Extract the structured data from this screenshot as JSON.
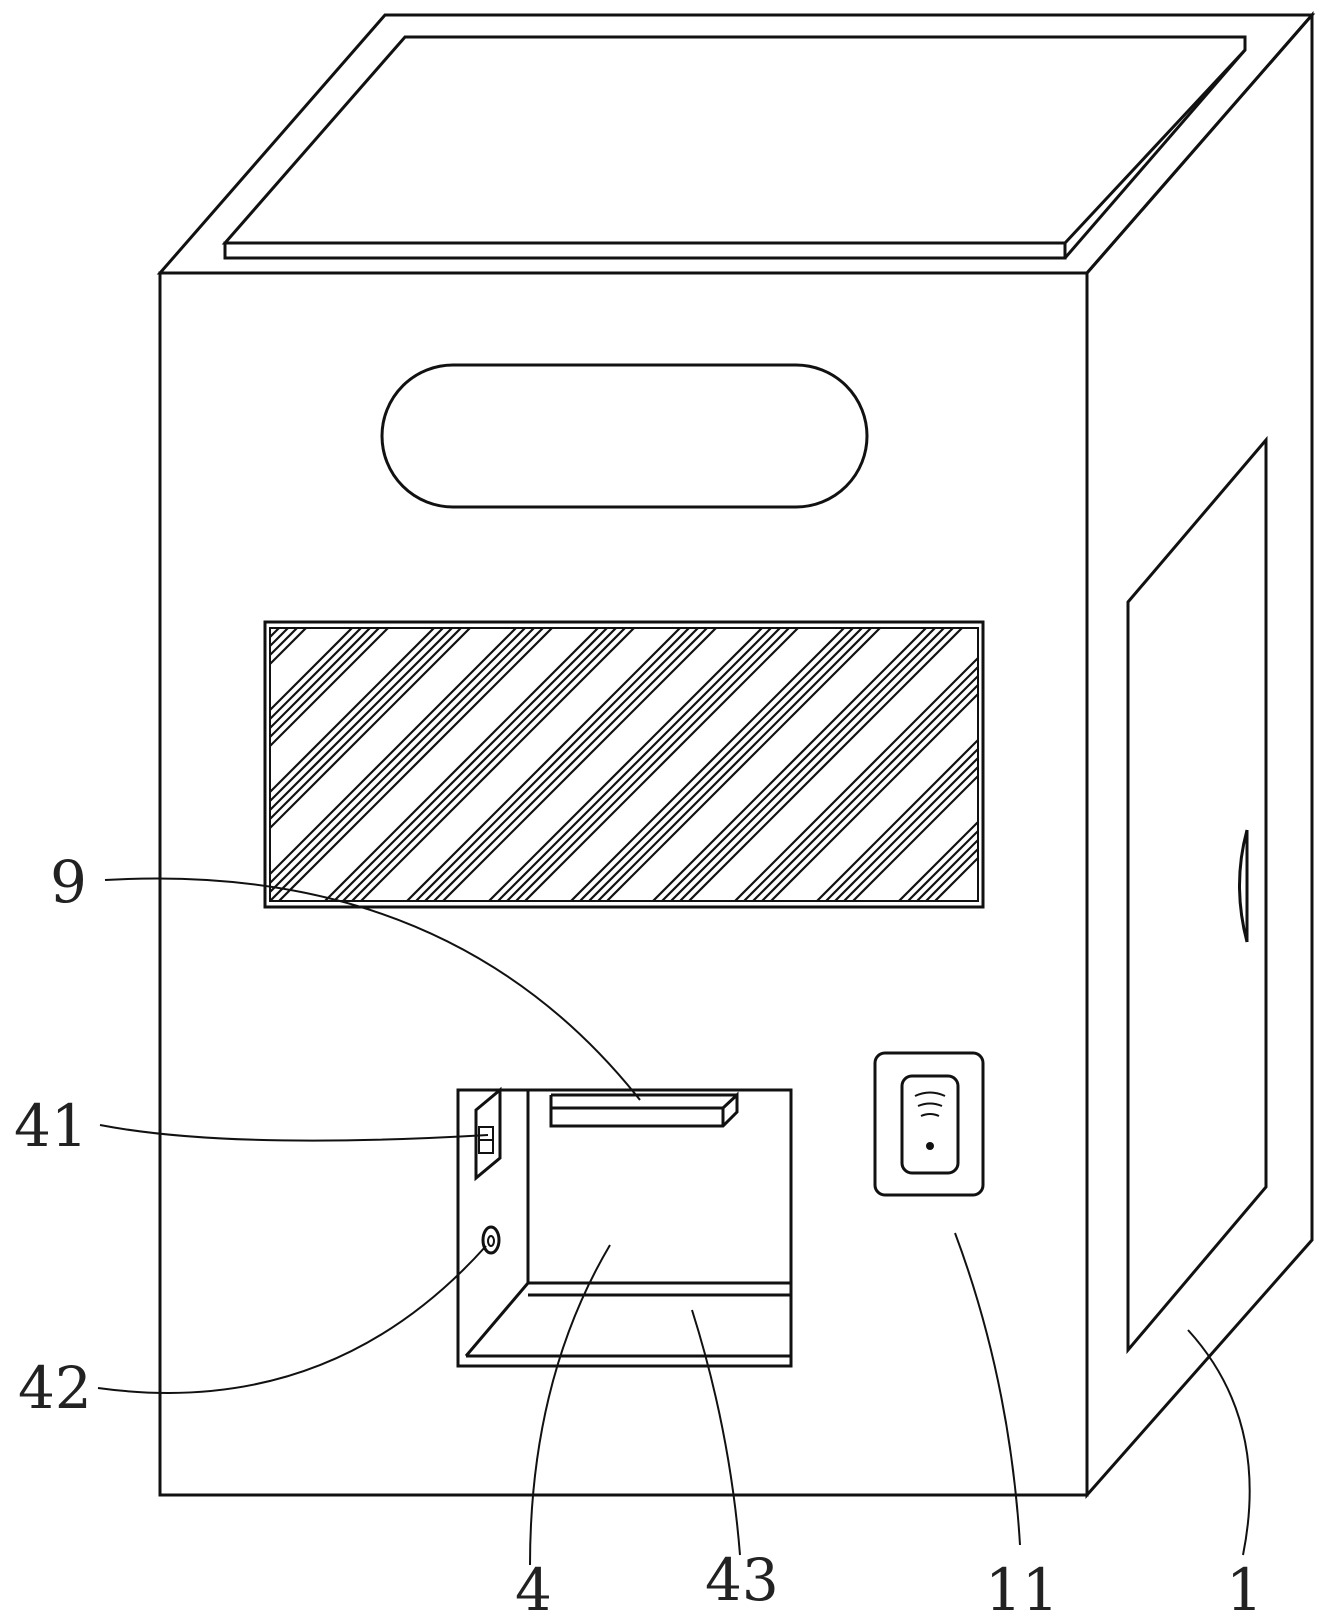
{
  "figure": {
    "labels": {
      "l9": "9",
      "l41": "41",
      "l42": "42",
      "l4": "4",
      "l43": "43",
      "l11": "11",
      "l1": "1"
    },
    "icons": {
      "card_reader": "wireless-card-reader-icon"
    }
  }
}
